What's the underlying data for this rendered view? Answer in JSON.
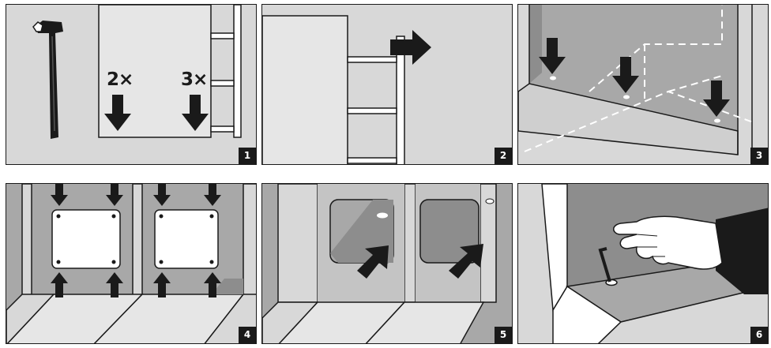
{
  "steps": [
    {
      "number": "1",
      "quantities": {
        "left": "2×",
        "right": "3×"
      }
    },
    {
      "number": "2"
    },
    {
      "number": "3"
    },
    {
      "number": "4"
    },
    {
      "number": "5"
    },
    {
      "number": "6"
    }
  ],
  "colors": {
    "panel_background": "#d8d8d8",
    "shelf_fill": "#e6e6e6",
    "inner_shadow": "#a8a8a8",
    "deep_shadow": "#8d8d8d",
    "ink": "#1a1a1a",
    "paper": "#ffffff"
  },
  "icons": [
    "allen-key-icon",
    "down-arrow-icon",
    "right-arrow-icon",
    "up-arrow-icon",
    "diagonal-arrow-icon",
    "hand-icon",
    "screw-hole-icon"
  ]
}
